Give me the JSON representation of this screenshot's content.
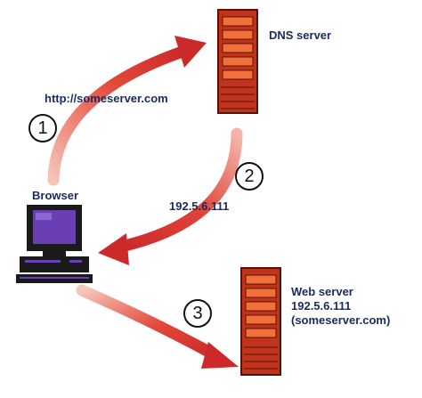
{
  "labels": {
    "dns_server": "DNS server",
    "request_url": "http://someserver.com",
    "browser": "Browser",
    "resolved_ip": "192.5.6.111",
    "web_server_name": "Web server",
    "web_server_ip": "192.5.6.111",
    "web_server_host": "(someserver.com)"
  },
  "steps": [
    "1",
    "2",
    "3"
  ],
  "colors": {
    "arrow": "#cc2a2a",
    "server_body": "#c0331d",
    "server_slot": "#f2703a",
    "text": "#1c2a5e",
    "monitor": "#1a1a1a",
    "screen": "#6a3fb3"
  },
  "icons": {
    "dns": "server-tower-icon",
    "web": "server-tower-icon",
    "browser": "desktop-computer-icon"
  }
}
